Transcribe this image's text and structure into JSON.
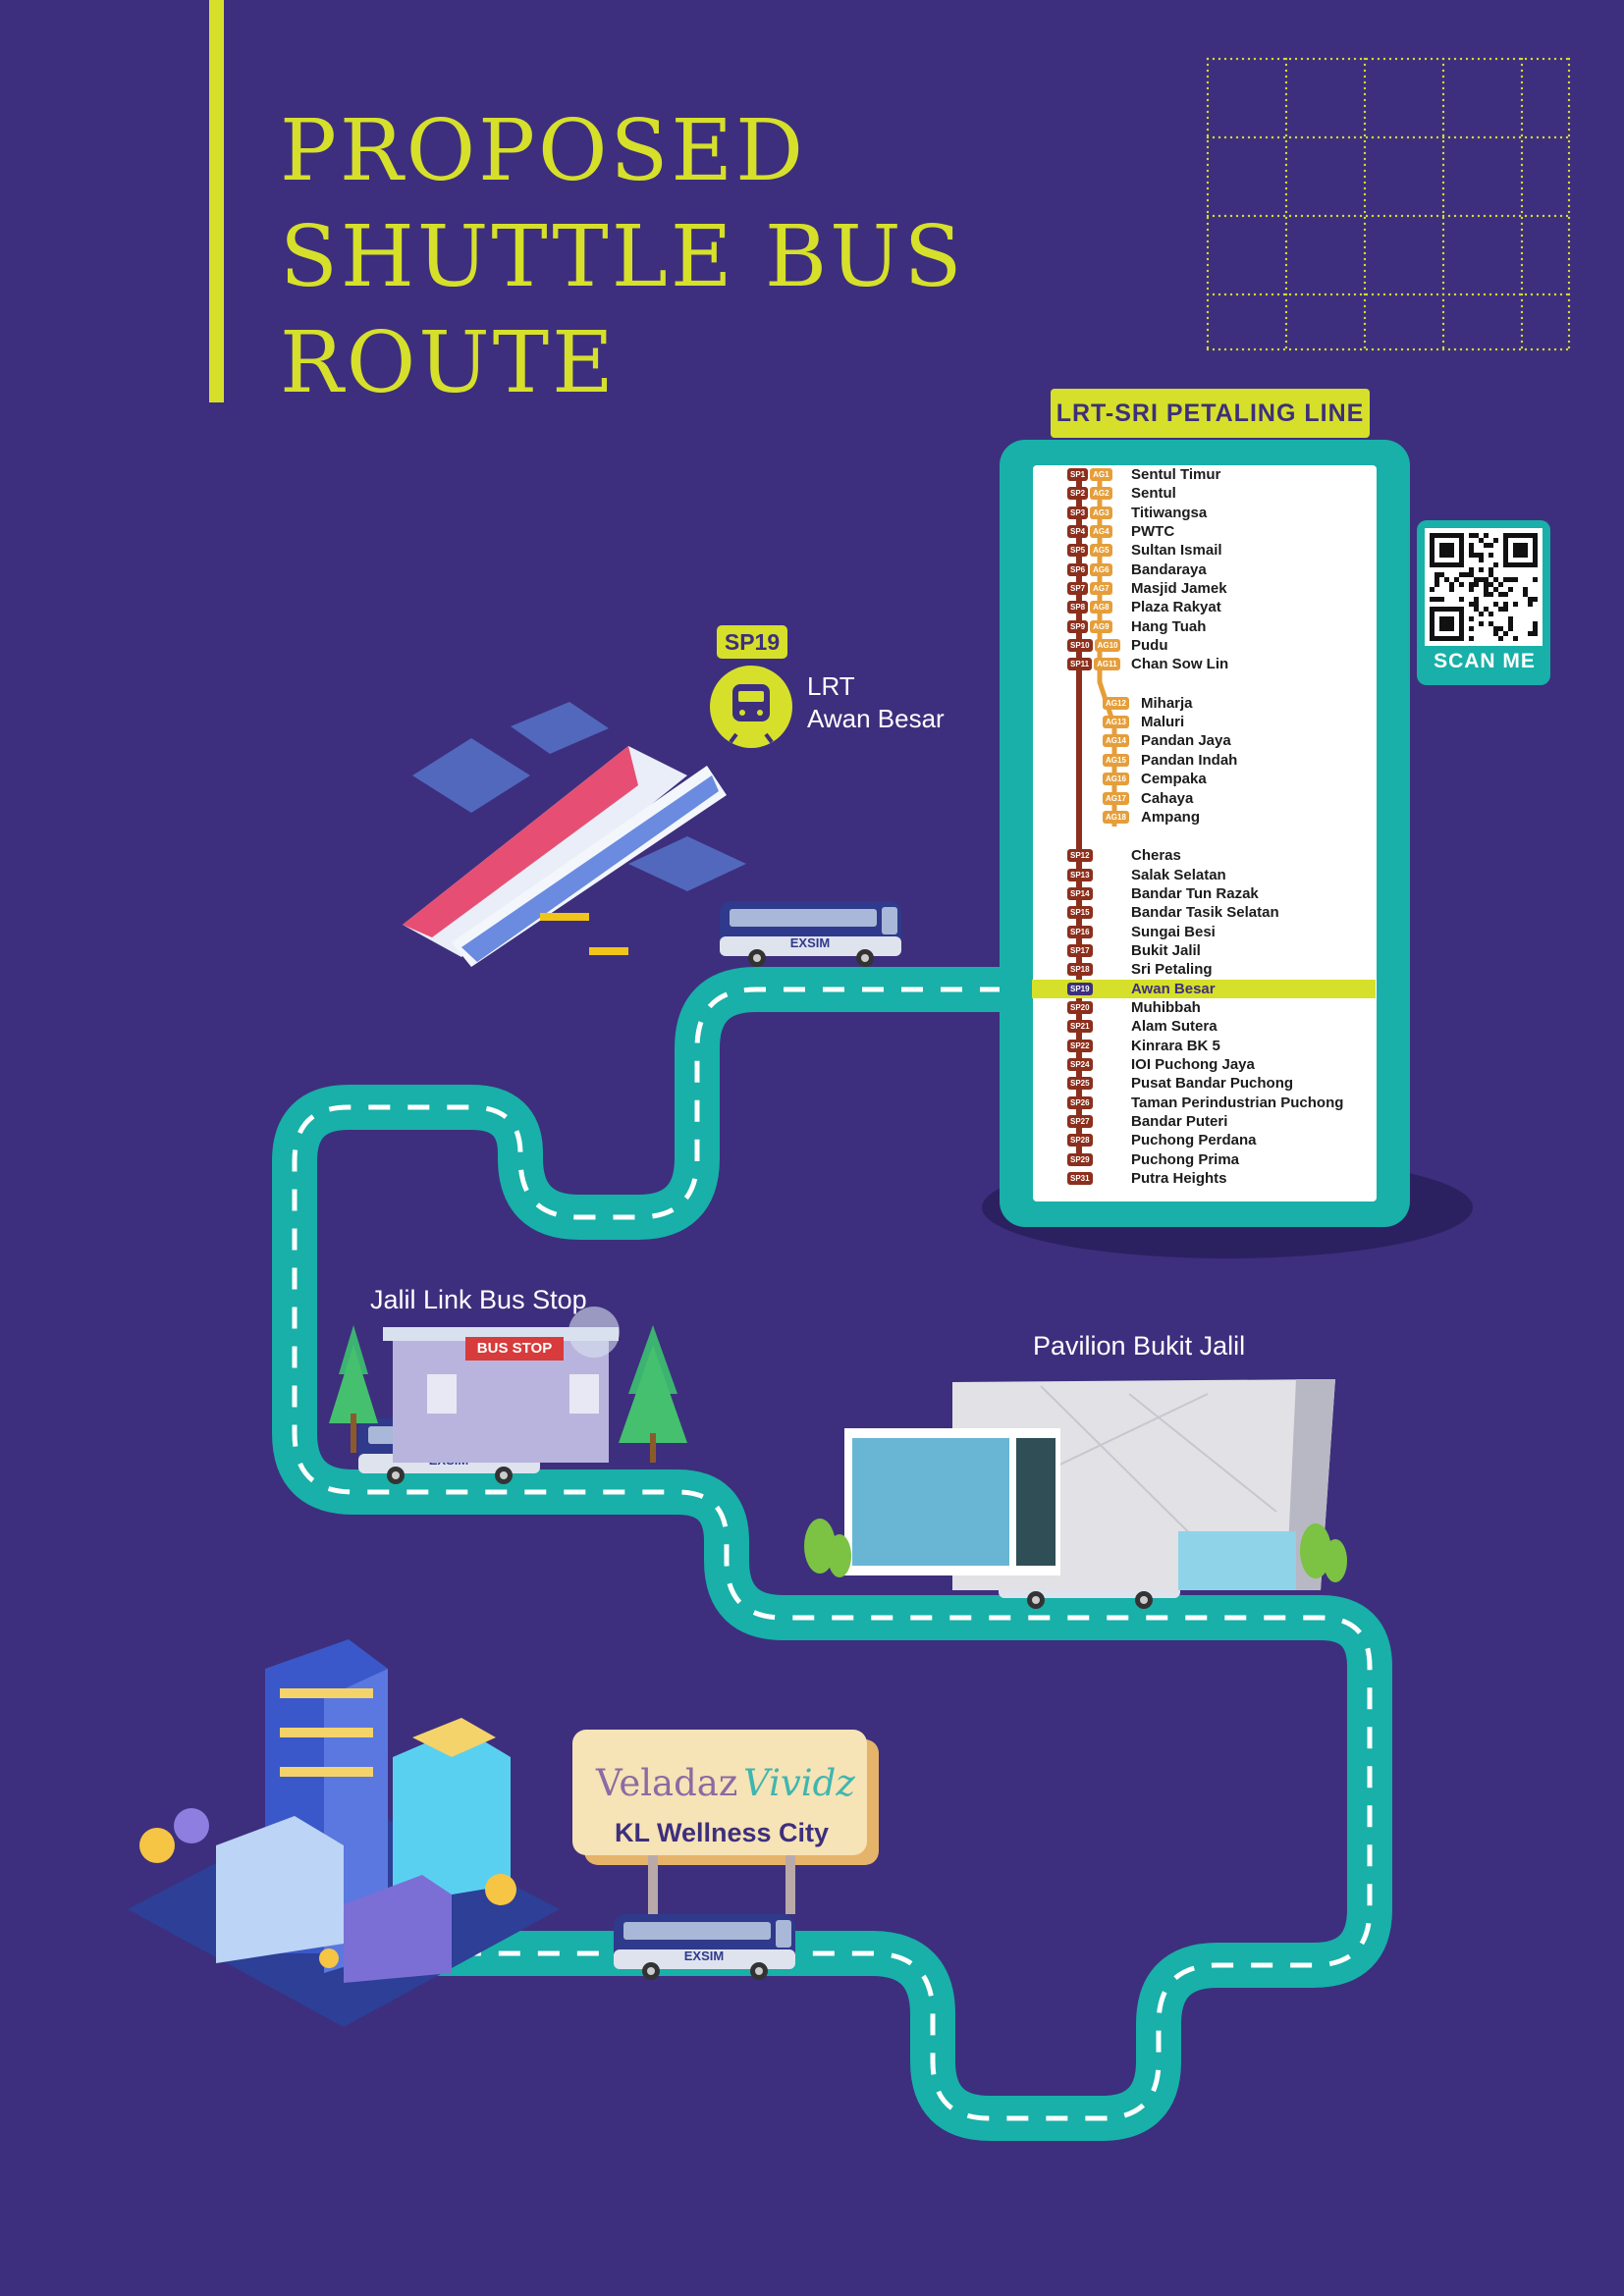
{
  "title": {
    "lines": [
      "PROPOSED",
      "SHUTTLE BUS",
      "ROUTE"
    ]
  },
  "colors": {
    "background": "#3d2f7d",
    "accent": "#d6e02a",
    "road": "#1bb3ad",
    "panel_frame": "#18b0a8",
    "line_sp": "#8c2f1c",
    "line_ag": "#e59e3a",
    "bus": "#2f3a8c"
  },
  "lrt_panel": {
    "title": "LRT-SRI PETALING LINE",
    "stations": [
      {
        "codes": [
          "SP1",
          "AG1"
        ],
        "name": "Sentul Timur"
      },
      {
        "codes": [
          "SP2",
          "AG2"
        ],
        "name": "Sentul"
      },
      {
        "codes": [
          "SP3",
          "AG3"
        ],
        "name": "Titiwangsa"
      },
      {
        "codes": [
          "SP4",
          "AG4"
        ],
        "name": "PWTC"
      },
      {
        "codes": [
          "SP5",
          "AG5"
        ],
        "name": "Sultan Ismail"
      },
      {
        "codes": [
          "SP6",
          "AG6"
        ],
        "name": "Bandaraya"
      },
      {
        "codes": [
          "SP7",
          "AG7"
        ],
        "name": "Masjid Jamek"
      },
      {
        "codes": [
          "SP8",
          "AG8"
        ],
        "name": "Plaza Rakyat"
      },
      {
        "codes": [
          "SP9",
          "AG9"
        ],
        "name": "Hang Tuah"
      },
      {
        "codes": [
          "SP10",
          "AG10"
        ],
        "name": "Pudu"
      },
      {
        "codes": [
          "SP11",
          "AG11"
        ],
        "name": "Chan Sow Lin"
      },
      {
        "codes": [
          "AG12"
        ],
        "name": "Miharja"
      },
      {
        "codes": [
          "AG13"
        ],
        "name": "Maluri"
      },
      {
        "codes": [
          "AG14"
        ],
        "name": "Pandan Jaya"
      },
      {
        "codes": [
          "AG15"
        ],
        "name": "Pandan Indah"
      },
      {
        "codes": [
          "AG16"
        ],
        "name": "Cempaka"
      },
      {
        "codes": [
          "AG17"
        ],
        "name": "Cahaya"
      },
      {
        "codes": [
          "AG18"
        ],
        "name": "Ampang"
      },
      {
        "codes": [
          "SP12"
        ],
        "name": "Cheras"
      },
      {
        "codes": [
          "SP13"
        ],
        "name": "Salak Selatan"
      },
      {
        "codes": [
          "SP14"
        ],
        "name": "Bandar Tun Razak"
      },
      {
        "codes": [
          "SP15"
        ],
        "name": "Bandar Tasik Selatan"
      },
      {
        "codes": [
          "SP16"
        ],
        "name": "Sungai Besi"
      },
      {
        "codes": [
          "SP17"
        ],
        "name": "Bukit Jalil"
      },
      {
        "codes": [
          "SP18"
        ],
        "name": "Sri Petaling"
      },
      {
        "codes": [
          "SP19"
        ],
        "name": "Awan Besar"
      },
      {
        "codes": [
          "SP20"
        ],
        "name": "Muhibbah"
      },
      {
        "codes": [
          "SP21"
        ],
        "name": "Alam Sutera"
      },
      {
        "codes": [
          "SP22"
        ],
        "name": "Kinrara BK 5"
      },
      {
        "codes": [
          "SP24"
        ],
        "name": "IOI Puchong Jaya"
      },
      {
        "codes": [
          "SP25"
        ],
        "name": "Pusat Bandar Puchong"
      },
      {
        "codes": [
          "SP26"
        ],
        "name": "Taman Perindustrian Puchong"
      },
      {
        "codes": [
          "SP27"
        ],
        "name": "Bandar Puteri"
      },
      {
        "codes": [
          "SP28"
        ],
        "name": "Puchong Perdana"
      },
      {
        "codes": [
          "SP29"
        ],
        "name": "Puchong Prima"
      },
      {
        "codes": [
          "SP31"
        ],
        "name": "Putra Heights"
      }
    ],
    "highlighted_station": "Awan Besar"
  },
  "qr": {
    "label": "SCAN ME"
  },
  "lrt_station": {
    "badge": "SP19",
    "type": "LRT",
    "name": "Awan Besar"
  },
  "stops": {
    "jalil_link": "Jalil Link Bus Stop",
    "bus_stop_sign": "BUS STOP",
    "pavilion": "Pavilion Bukit Jalil",
    "kl_wellness": "KL Wellness City"
  },
  "brands": {
    "veladaz": "Veladaz",
    "vividz": "Vividz"
  },
  "bus": {
    "label": "EXSIM"
  }
}
